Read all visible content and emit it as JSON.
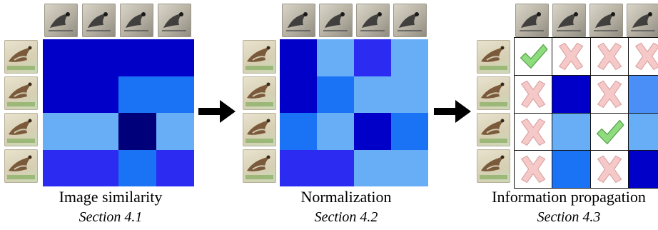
{
  "colors": {
    "1": "#00007a",
    "2": "#0000c8",
    "3": "#2b2bf2",
    "4": "#1a73f5",
    "5": "#4a8ff7",
    "6": "#67aef7",
    "check_fill": "#8fdc7f",
    "cross_fill": "#f6c9c9"
  },
  "panels": [
    {
      "title": "Image similarity",
      "section": "Section 4.1",
      "cells": [
        [
          2,
          2,
          2,
          2
        ],
        [
          2,
          2,
          4,
          4
        ],
        [
          6,
          6,
          1,
          6
        ],
        [
          3,
          3,
          4,
          3
        ]
      ]
    },
    {
      "title": "Normalization",
      "section": "Section 4.2",
      "cells": [
        [
          2,
          6,
          3,
          6
        ],
        [
          2,
          4,
          6,
          6
        ],
        [
          4,
          6,
          2,
          4
        ],
        [
          3,
          3,
          6,
          6
        ]
      ]
    },
    {
      "title": "Information propagation",
      "section": "Section 4.3",
      "cells": [
        [
          "check",
          "cross",
          "cross",
          "cross"
        ],
        [
          "cross",
          2,
          "cross",
          5
        ],
        [
          "cross",
          6,
          "check",
          6
        ],
        [
          "cross",
          4,
          "cross",
          2
        ]
      ]
    }
  ]
}
